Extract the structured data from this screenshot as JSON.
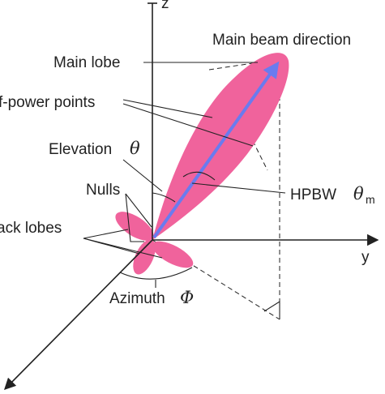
{
  "axes": {
    "z": "z",
    "y": "y"
  },
  "labels": {
    "main_beam_direction": "Main beam direction",
    "main_lobe": "Main lobe",
    "half_power_points": "f-power points",
    "elevation": "Elevation",
    "elevation_symbol": "θ",
    "nulls": "Nulls",
    "back_lobes": "ack lobes",
    "hpbw": "HPBW",
    "hpbw_symbol": "θ",
    "hpbw_subscript": "m",
    "azimuth": "Azimuth",
    "azimuth_symbol": "Φ"
  },
  "colors": {
    "lobe": "#F0639C",
    "beam_arrow": "#6A7BEF",
    "lines": "#222222"
  }
}
